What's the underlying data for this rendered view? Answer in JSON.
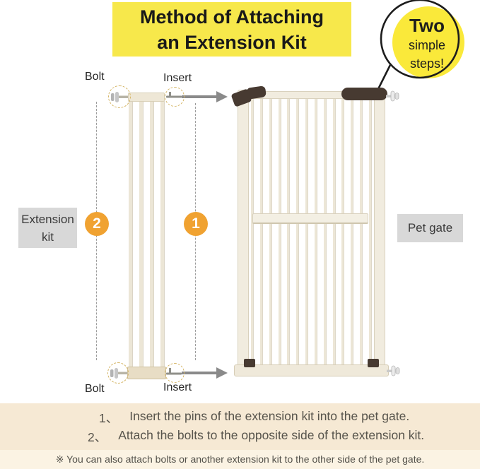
{
  "title": {
    "line1": "Method of Attaching",
    "line2": "an Extension Kit"
  },
  "badge": {
    "word1": "Two",
    "word2": "simple",
    "word3": "steps!"
  },
  "diagram": {
    "bolt_top_label": "Bolt",
    "insert_top_label": "Insert",
    "bolt_bottom_label": "Bolt",
    "insert_bottom_label": "Insert",
    "extension_kit_label_line1": "Extension",
    "extension_kit_label_line2": "kit",
    "pet_gate_label": "Pet gate",
    "step_marker_left": "2",
    "step_marker_right": "1",
    "extension_kit_bar_count": 4,
    "pet_gate_bar_count": 14
  },
  "instructions": {
    "step1_num": "1、",
    "step1_text": "Insert the pins of the extension kit into the pet gate.",
    "step2_num": "2、",
    "step2_text": "Attach the bolts to the opposite side of the extension kit.",
    "note": "※ You can also attach bolts or another extension kit to the other side of the pet gate."
  },
  "colors": {
    "banner_yellow": "#f7e84b",
    "badge_yellow": "#fae93a",
    "accent_orange": "#f0a231",
    "label_gray": "#d8d8d8",
    "band_beige": "#f6e9d4",
    "strip_beige": "#fbf3e3",
    "gate_cream": "#f1ecdf",
    "dark_brown": "#473a31"
  }
}
